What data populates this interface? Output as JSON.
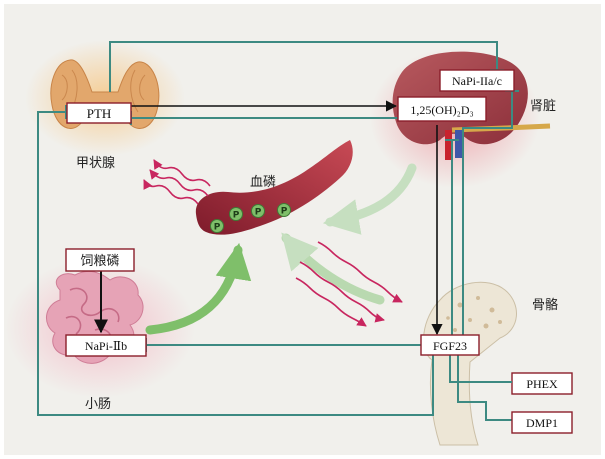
{
  "labels": {
    "parathyroid": "甲状腺",
    "kidney": "肾脏",
    "blood_phosphate": "血磷",
    "bone": "骨骼",
    "intestine": "小肠",
    "diet_phosphate": "饲粮磷"
  },
  "boxes": {
    "pth": "PTH",
    "napi_iia": "NaPi-IIa/c",
    "calcitriol": "1,25(OH)₂D₃",
    "napi_iib": "NaPi-Ⅱb",
    "fgf23": "FGF23",
    "phex": "PHEX",
    "dmp1": "DMP1"
  },
  "phosphate_symbol": "P",
  "colors": {
    "background": "#f1f0ec",
    "connector": "#3d8a82",
    "arrow": "#111111",
    "box_border": "#8b1e2b",
    "wavy": "#c8265f",
    "green_arrow": "#7fbf6a",
    "vessel": "#9b2335"
  }
}
